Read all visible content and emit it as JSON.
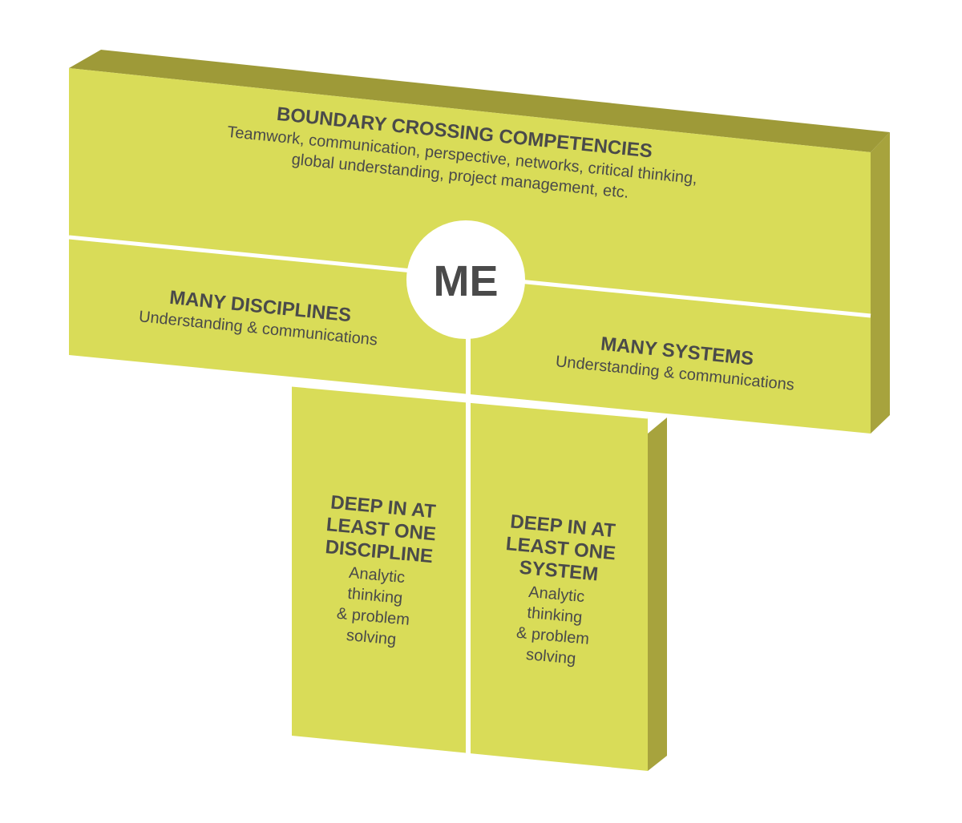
{
  "colors": {
    "face": "#d9dc58",
    "side": "#a7a33d",
    "top": "#9e9a38",
    "divider": "#ffffff",
    "text": "#4a4a4a",
    "circle": "#ffffff"
  },
  "center": {
    "label": "ME"
  },
  "boundary": {
    "title": "BOUNDARY CROSSING COMPETENCIES",
    "lines": [
      "Teamwork, communication, perspective, networks, critical thinking,",
      "global understanding, project management, etc."
    ]
  },
  "disciplines": {
    "title": "MANY DISCIPLINES",
    "subtitle": "Understanding & communications"
  },
  "systems": {
    "title": "MANY SYSTEMS",
    "subtitle": "Understanding & communications"
  },
  "deep_discipline": {
    "title_lines": [
      "DEEP IN AT",
      "LEAST ONE",
      "DISCIPLINE"
    ],
    "sub_lines": [
      "Analytic",
      "thinking",
      "& problem",
      "solving"
    ]
  },
  "deep_system": {
    "title_lines": [
      "DEEP IN AT",
      "LEAST ONE",
      "SYSTEM"
    ],
    "sub_lines": [
      "Analytic",
      "thinking",
      "& problem",
      "solving"
    ]
  }
}
